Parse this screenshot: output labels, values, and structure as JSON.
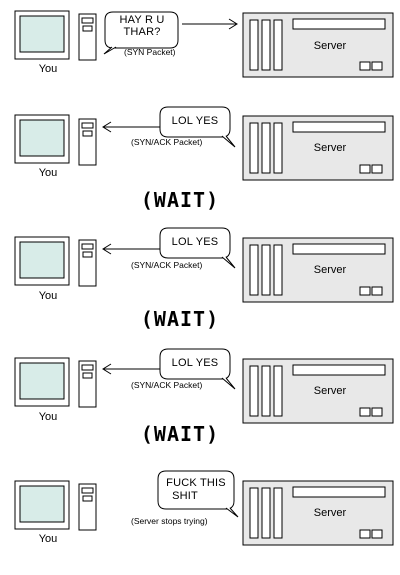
{
  "panels": [
    {
      "direction": "to-server",
      "bubble": [
        "HAY R U",
        "THAR?"
      ],
      "packet": "(SYN Packet)",
      "you": "You",
      "server": "Server"
    },
    {
      "direction": "to-you",
      "bubble": [
        "LOL YES"
      ],
      "packet": "(SYN/ACK Packet)",
      "you": "You",
      "server": "Server"
    },
    {
      "direction": "to-you",
      "bubble": [
        "LOL YES"
      ],
      "packet": "(SYN/ACK Packet)",
      "you": "You",
      "server": "Server"
    },
    {
      "direction": "to-you",
      "bubble": [
        "LOL YES"
      ],
      "packet": "(SYN/ACK Packet)",
      "you": "You",
      "server": "Server"
    },
    {
      "direction": "none",
      "bubble": [
        "FUCK THIS",
        "SHIT"
      ],
      "packet": "(Server stops trying)",
      "you": "You",
      "server": "Server"
    }
  ],
  "waits": [
    "(WAIT)",
    "(WAIT)",
    "(WAIT)"
  ],
  "colors": {
    "screen": "#d8ece8",
    "server_body": "#e8e8e8",
    "stroke": "#000000"
  }
}
